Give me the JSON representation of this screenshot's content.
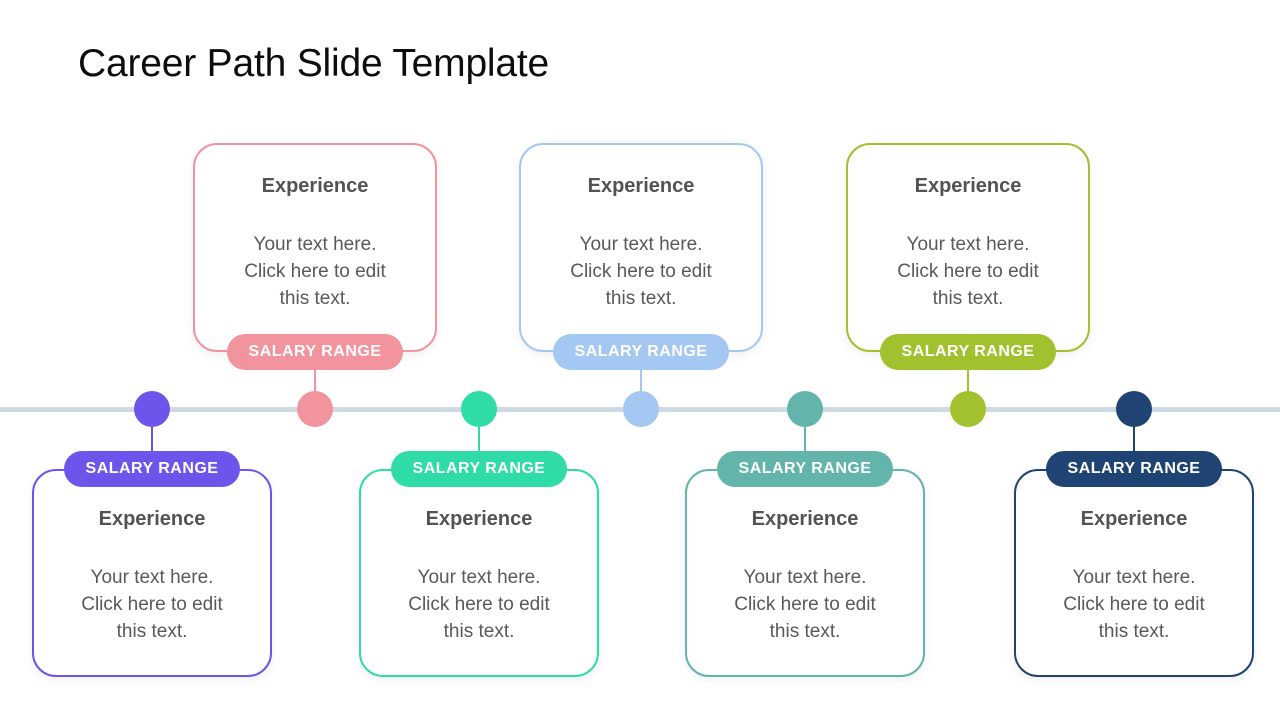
{
  "slide": {
    "title": "Career Path Slide Template",
    "background": "#ffffff"
  },
  "timeline": {
    "line_color": "#CDD9E3"
  },
  "milestones": [
    {
      "position": "bottom",
      "color": "#6D54EB",
      "pill_label": "SALARY RANGE",
      "title": "Experience",
      "body": "Your text here.\nClick here to edit\nthis text."
    },
    {
      "position": "top",
      "color": "#F2949E",
      "pill_label": "SALARY RANGE",
      "title": "Experience",
      "body": "Your text here.\nClick here to edit\nthis text."
    },
    {
      "position": "bottom",
      "color": "#2FDBA6",
      "pill_label": "SALARY RANGE",
      "title": "Experience",
      "body": "Your text here.\nClick here to edit\nthis text."
    },
    {
      "position": "top",
      "color": "#A5C8F2",
      "pill_label": "SALARY RANGE",
      "title": "Experience",
      "body": "Your text here.\nClick here to edit\nthis text."
    },
    {
      "position": "bottom",
      "color": "#63B5AB",
      "pill_label": "SALARY RANGE",
      "title": "Experience",
      "body": "Your text here.\nClick here to edit\nthis text."
    },
    {
      "position": "top",
      "color": "#A1C22E",
      "pill_label": "SALARY RANGE",
      "title": "Experience",
      "body": "Your text here.\nClick here to edit\nthis text."
    },
    {
      "position": "bottom",
      "color": "#1F4474",
      "pill_label": "SALARY RANGE",
      "title": "Experience",
      "body": "Your text here.\nClick here to edit\nthis text."
    }
  ]
}
